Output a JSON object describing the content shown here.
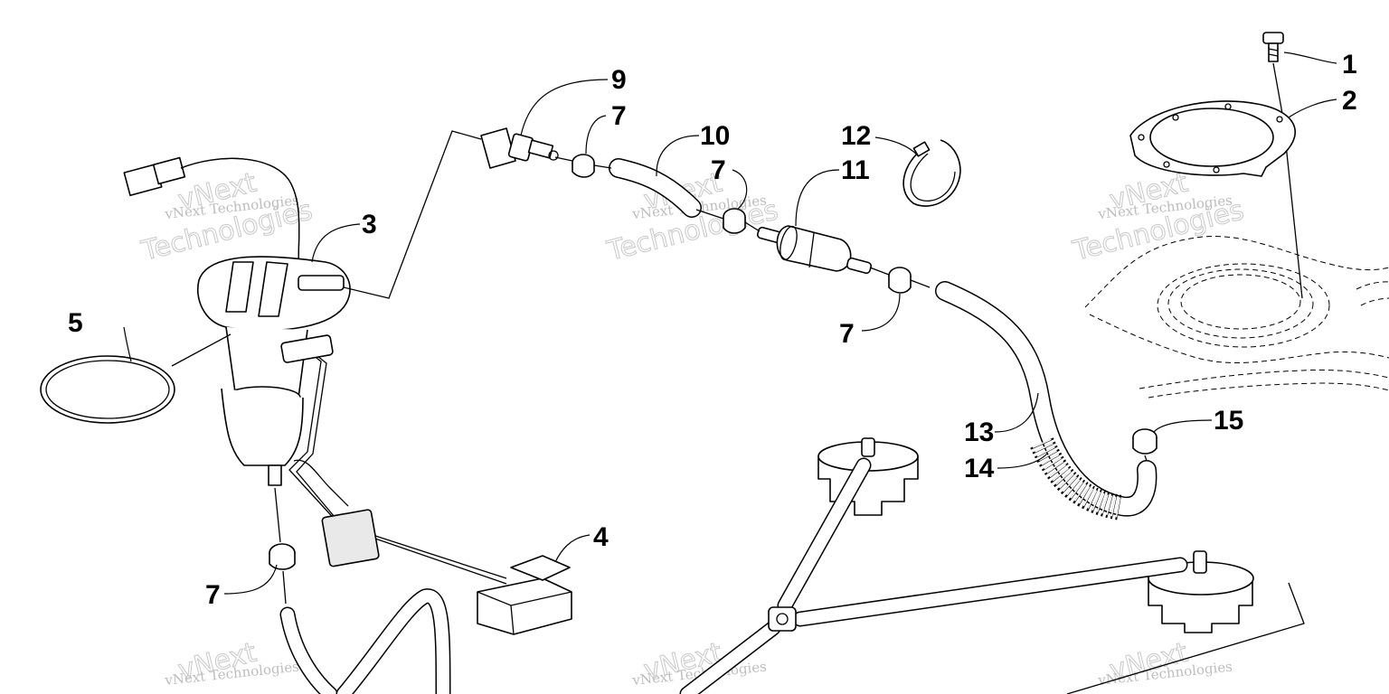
{
  "callouts": [
    "1",
    "2",
    "3",
    "4",
    "5",
    "7",
    "7",
    "7",
    "7",
    "9",
    "10",
    "11",
    "12",
    "13",
    "14",
    "15"
  ],
  "watermark": {
    "line1": "vNext Technologies",
    "big1": "vNext",
    "big2": "Technologies"
  }
}
